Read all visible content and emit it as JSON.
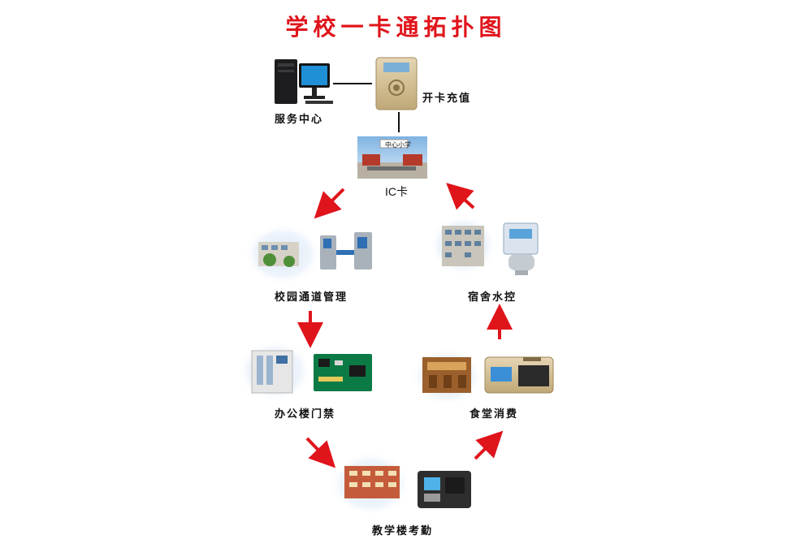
{
  "title": "学校一卡通拓扑图",
  "nodes": {
    "service_center": "服务中心",
    "card_recharge": "开卡充值",
    "school_sign": "中心小学",
    "ic_card": "IC卡",
    "campus_gate": "校园通道管理",
    "dorm_water": "宿舍水控",
    "office_access": "办公楼门禁",
    "canteen": "食堂消费",
    "teaching_attendance": "教学楼考勤"
  },
  "colors": {
    "title": "#e0141b",
    "arrow": "#e0141b",
    "line": "#111111"
  }
}
